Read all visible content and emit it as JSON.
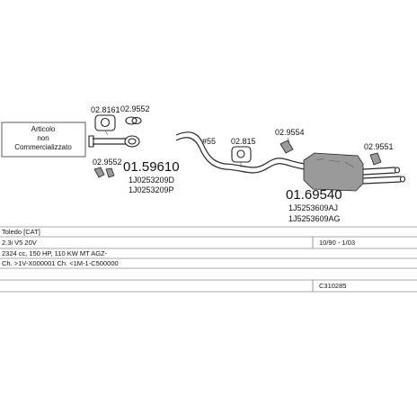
{
  "notice": {
    "lines": [
      "Articolo",
      "non",
      "Commercializzato"
    ]
  },
  "parts": {
    "gasket_a": "02.8161",
    "gasket_b": "02.9552",
    "bracket": "02.9552",
    "front_pipe_code": "01.59610",
    "front_pipe_ref_1": "1J0253209D",
    "front_pipe_ref_2": "1J0253209P",
    "flex_ref": "#55",
    "clamp": "02.815",
    "mount_a": "02.9554",
    "mount_b": "02.9551",
    "rear_silencer_code": "01.69540",
    "rear_silencer_ref_1": "1J5253609AJ",
    "rear_silencer_ref_2": "1J5253609AG"
  },
  "vehicle": {
    "model": "Toledo [CAT]",
    "engine": "2.3i V5 20V",
    "years": "10/90 - 1/03",
    "spec": "2324 cc, 150 HP, 110 KW MT AGZ-",
    "chassis": "Ch. >1V-X000001 Ch. <1M-1-C500000",
    "catalog_no": "C310285"
  },
  "colors": {
    "ink": "#111111",
    "line": "#555555",
    "shade": "#9a9a9a"
  }
}
